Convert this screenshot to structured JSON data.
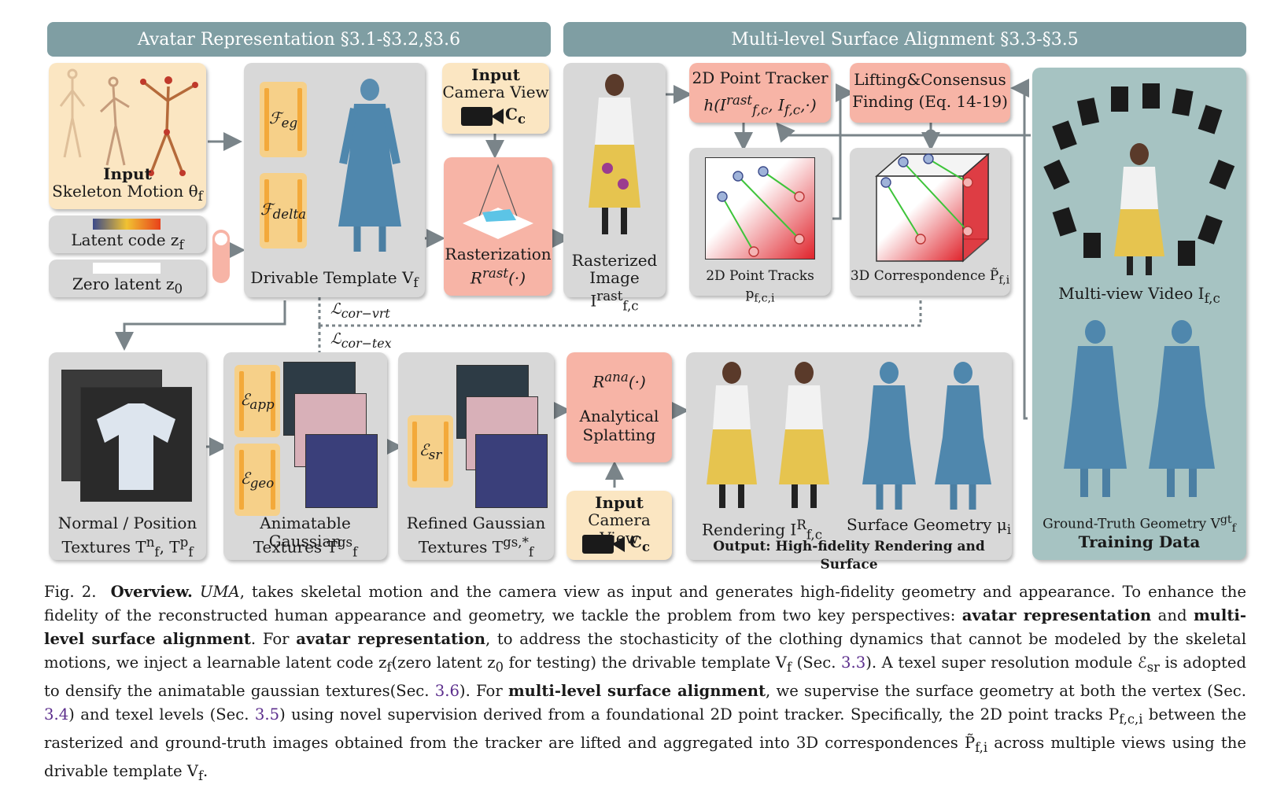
{
  "headers": {
    "left": "Avatar Representation §3.1-§3.2,§3.6",
    "right": "Multi-level Surface Alignment §3.3-§3.5"
  },
  "skeleton": {
    "input": "Input",
    "label": "Skeleton Motion θ",
    "sub": "f"
  },
  "latent_code": {
    "label": "Latent code z",
    "sub": "f"
  },
  "zero_latent": {
    "label": "Zero latent z",
    "sub": "0"
  },
  "template": {
    "enc1": "ℱ",
    "enc1_sub": "eg",
    "enc2": "ℱ",
    "enc2_sub": "delta",
    "label": "Drivable Template V",
    "sub": "f"
  },
  "camera_top": {
    "line1": "Input",
    "line2": "Camera View",
    "symbol": "C",
    "sub": "c"
  },
  "rasterization": {
    "label": "Rasterization",
    "op": "R",
    "op_sup": "rast",
    "op_arg": "(·)"
  },
  "rasterized": {
    "label": "Rasterized",
    "label2": "Image I",
    "sup": "rast",
    "sub": "f,c"
  },
  "tracker": {
    "title": "2D Point Tracker",
    "formula": "h(I",
    "formula_sup": "rast",
    "formula_sub": "f,c",
    "formula_rest": ", I",
    "formula_sub2": "f,c",
    "formula_end": ",·)"
  },
  "lifting": {
    "line1": "Lifting&Consensus",
    "line2": "Finding (Eq. 14-19)"
  },
  "tracks2d": {
    "label": "2D Point Tracks p",
    "sub": "f,c,i"
  },
  "corr3d": {
    "label": "3D Correspondence P̃",
    "sub": "f,i"
  },
  "multiview": {
    "label": "Multi-view Video  I",
    "sub": "f,c"
  },
  "gt": {
    "label": "Ground-Truth Geometry V",
    "sup": "gt",
    "sub": "f",
    "title": "Training Data"
  },
  "losses": {
    "vrt": "ℒ",
    "vrt_sub": "cor−vrt",
    "tex": "ℒ",
    "tex_sub": "cor−tex"
  },
  "normal_tex": {
    "line1": "Normal / Position",
    "line2": "Textures T",
    "sup1": "n",
    "sub1": "f",
    "sep": ", T",
    "sup2": "p",
    "sub2": "f"
  },
  "gauss_tex": {
    "enc1": "ℰ",
    "enc1_sub": "app",
    "enc2": "ℰ",
    "enc2_sub": "geo",
    "line1": "Animatable Gaussian",
    "line2": "Textures T",
    "sup": "gs",
    "sub": "f"
  },
  "refined_tex": {
    "enc": "ℰ",
    "enc_sub": "sr",
    "line1": "Refined Gaussian",
    "line2": "Textures T",
    "sup": "gs,*",
    "sub": "f"
  },
  "splatting": {
    "op": "R",
    "op_sup": "ana",
    "op_arg": "(·)",
    "line1": "Analytical",
    "line2": "Splatting"
  },
  "camera_bottom": {
    "line1": "Input",
    "line2": "Camera View",
    "symbol": "C",
    "sub": "c"
  },
  "output": {
    "rendering": "Rendering I",
    "rendering_sup": "R",
    "rendering_sub": "f,c",
    "surface": "Surface Geometry μ",
    "surface_sub": "i",
    "title": "Output: High-fidelity Rendering and Surface"
  },
  "caption": {
    "fig": "Fig. 2.",
    "title": "Overview.",
    "p1": "UMA",
    "p2": ", takes skeletal motion and the camera view as input and generates high-fidelity geometry and appearance. To enhance the fidelity of the reconstructed human appearance and geometry, we tackle the problem from two key perspectives: ",
    "b1": "avatar representation",
    "p3": " and ",
    "b2": "multi-level surface alignment",
    "p4": ". For ",
    "b3": "avatar representation",
    "p5": ", to address the stochasticity of the clothing dynamics that cannot be modeled by the skeletal motions, we inject a learnable latent code z",
    "p5sub": "f",
    "p6": "(zero latent z",
    "p6sub": "0",
    "p7": " for testing) the drivable template V",
    "p7sub": "f",
    "p8": " (Sec. ",
    "r1": "3.3",
    "p9": "). A texel super resolution module ℰ",
    "p9sub": "sr",
    "p10": " is adopted to densify the animatable gaussian textures(Sec. ",
    "r2": "3.6",
    "p11": "). For ",
    "b4": "multi-level surface alignment",
    "p12": ", we supervise the surface geometry at both the vertex (Sec. ",
    "r3": "3.4",
    "p13": ") and texel levels (Sec. ",
    "r4": "3.5",
    "p14": ") using novel supervision derived from a foundational 2D point tracker. Specifically, the 2D point tracks P",
    "p14sub": "f,c,i",
    "p15": " between the rasterized and ground-truth images obtained from the tracker are lifted and aggregated into 3D correspondences P̃",
    "p15sub": "f,i",
    "p16": " across multiple views using the drivable template V",
    "p16sub": "f",
    "p17": "."
  },
  "colors": {
    "header": "#7f9ea3",
    "panel": "#d8d8d8",
    "peach": "#fbe6c2",
    "red": "#f7b4a6",
    "teal": "#a6c3c2",
    "encoder": "#f6d089",
    "link": "#5b2d8c"
  }
}
